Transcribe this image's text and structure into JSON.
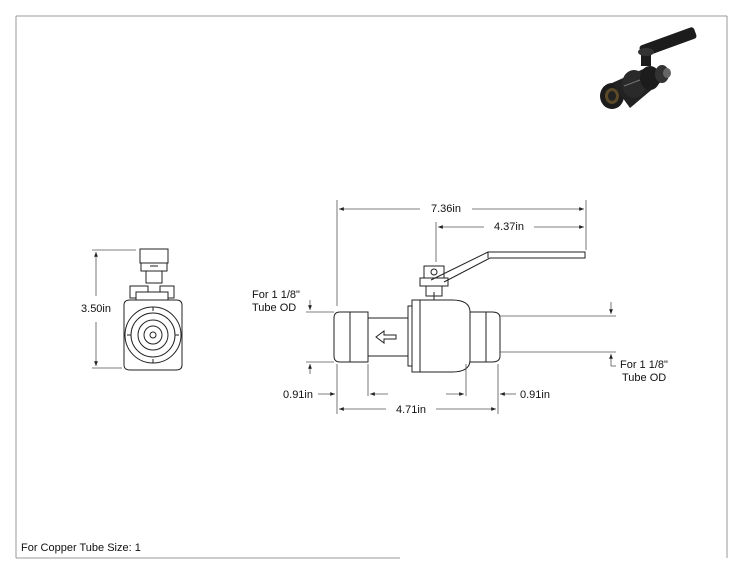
{
  "drawing": {
    "dimensions": {
      "overall_length": "7.36in",
      "handle_length": "4.37in",
      "height": "3.50in",
      "body_length": "4.71in",
      "end_left": "0.91in",
      "end_right": "0.91in"
    },
    "notes": {
      "tube_od_left_line1": "For 1 1/8\"",
      "tube_od_left_line2": "Tube OD",
      "tube_od_right_line1": "For 1 1/8\"",
      "tube_od_right_line2": "Tube OD"
    },
    "footer": "For Copper Tube Size: 1"
  },
  "colors": {
    "line": "#222222",
    "thin": "#555555",
    "valve_dark": "#1c1c1c",
    "valve_brass": "#5a4a2a"
  },
  "icons": {
    "thumbnail": "ball-valve-3d-icon",
    "flow": "flow-direction-arrow-icon"
  }
}
